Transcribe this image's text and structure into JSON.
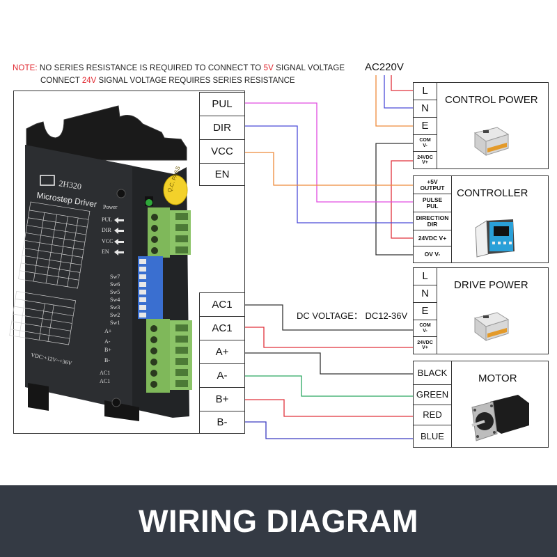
{
  "note": {
    "label": "NOTE:",
    "line1_a": " NO SERIES RESISTANCE IS REQUIRED TO CONNECT TO ",
    "line1_highlight": "5V",
    "line1_b": " SIGNAL VOLTAGE",
    "line2_a": "CONNECT ",
    "line2_highlight": "24V",
    "line2_b": " SIGNAL VOLTAGE REQUIRES  SERIES RESISTANCE"
  },
  "ac_supply_label": "AC220V",
  "driver": {
    "brand_model": "2H320",
    "subtitle": "Microstep Driver",
    "qc_sticker": "Q.C. PASS",
    "power_led_label": "Power",
    "signal_port_labels": [
      "PUL",
      "DIR",
      "VCC",
      "EN"
    ],
    "switch_labels": [
      "Sw7",
      "Sw6",
      "Sw5",
      "Sw4",
      "Sw3",
      "Sw2",
      "Sw1"
    ],
    "motor_port_labels": [
      "A+",
      "A-",
      "B+",
      "B-",
      "AC1",
      "AC1"
    ],
    "footer_text": "VDC:+12V~+36V"
  },
  "driver_terminals": {
    "signal": [
      "PUL",
      "DIR",
      "VCC",
      "EN"
    ],
    "power_motor": [
      "AC1",
      "AC1",
      "A+",
      "A-",
      "B+",
      "B-"
    ]
  },
  "control_power": {
    "title": "CONTROL POWER",
    "terminals": [
      "L",
      "N",
      "E",
      "COM\nV-",
      "24VDC\nV+"
    ]
  },
  "controller": {
    "title": "CONTROLLER",
    "terminals": [
      "+5V\nOUTPUT",
      "PULSE\nPUL",
      "DIRECTION\nDIR",
      "24VDC V+",
      "OV V-"
    ]
  },
  "drive_power": {
    "title": "DRIVE POWER",
    "terminals": [
      "L",
      "N",
      "E",
      "COM\nV-",
      "24VDC\nV+"
    ]
  },
  "motor": {
    "title": "MOTOR",
    "terminals": [
      "BLACK",
      "GREEN",
      "RED",
      "BLUE"
    ]
  },
  "dc_voltage_label": "DC VOLTAGE： DC12-36V",
  "wire_colors": {
    "pul": "#e04ce0",
    "dir": "#4a4ad8",
    "vcc": "#ee8a3a",
    "black": "#333333",
    "red": "#e0303a",
    "green": "#2aa860",
    "blue": "#3a3ac0",
    "orange": "#ee8a3a"
  },
  "connections": [
    {
      "from": "driver.PUL",
      "to": "controller.PULSE PUL",
      "color": "pul"
    },
    {
      "from": "driver.DIR",
      "to": "controller.DIRECTION DIR",
      "color": "dir"
    },
    {
      "from": "driver.VCC",
      "to": "controller.+5V OUTPUT",
      "color": "vcc"
    },
    {
      "from": "driver.AC1(1)",
      "to": "drive_power.COM V-",
      "color": "black"
    },
    {
      "from": "driver.AC1(2)",
      "to": "drive_power.24VDC V+",
      "color": "red"
    },
    {
      "from": "driver.A+",
      "to": "motor.BLACK",
      "color": "black"
    },
    {
      "from": "driver.A-",
      "to": "motor.GREEN",
      "color": "green"
    },
    {
      "from": "driver.B+",
      "to": "motor.RED",
      "color": "red"
    },
    {
      "from": "driver.B-",
      "to": "motor.BLUE",
      "color": "blue"
    },
    {
      "from": "AC220V",
      "to": "control_power.L",
      "color": "red"
    },
    {
      "from": "AC220V",
      "to": "control_power.N",
      "color": "dir"
    },
    {
      "from": "AC220V",
      "to": "control_power.E",
      "color": "orange"
    },
    {
      "from": "control_power.COM V-",
      "to": "controller.OV V-",
      "color": "black"
    },
    {
      "from": "control_power.24VDC V+",
      "to": "controller.24VDC V+",
      "color": "red"
    }
  ],
  "banner_title": "WIRING DIAGRAM"
}
